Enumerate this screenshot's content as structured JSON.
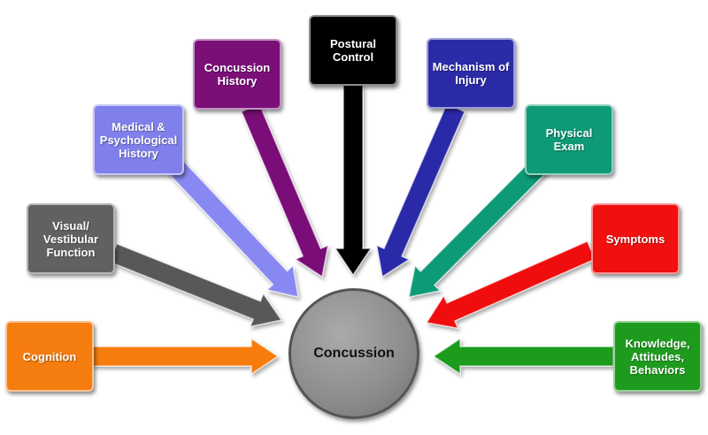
{
  "center": {
    "label": "Concussion",
    "color": "#8c8c8c"
  },
  "nodes": [
    {
      "label": "Cognition",
      "color": "#f57c0f",
      "arrow_color": "#f57c0f"
    },
    {
      "label": "Visual/\nVestibular\nFunction",
      "color": "#616161",
      "arrow_color": "#595959"
    },
    {
      "label": "Medical &\nPsychological\nHistory",
      "color": "#8080ec",
      "arrow_color": "#8888f2"
    },
    {
      "label": "Concussion\nHistory",
      "color": "#7a0f78",
      "arrow_color": "#7a0f78"
    },
    {
      "label": "Postural\nControl",
      "color": "#000000",
      "arrow_color": "#000000"
    },
    {
      "label": "Mechanism of\nInjury",
      "color": "#2b2ba8",
      "arrow_color": "#2b2ba8"
    },
    {
      "label": "Physical Exam",
      "color": "#0e9a77",
      "arrow_color": "#0e9a77"
    },
    {
      "label": "Symptoms",
      "color": "#f01010",
      "arrow_color": "#f01010"
    },
    {
      "label": "Knowledge,\nAttitudes,\nBehaviors",
      "color": "#1e9b1e",
      "arrow_color": "#1e9b1e"
    }
  ]
}
